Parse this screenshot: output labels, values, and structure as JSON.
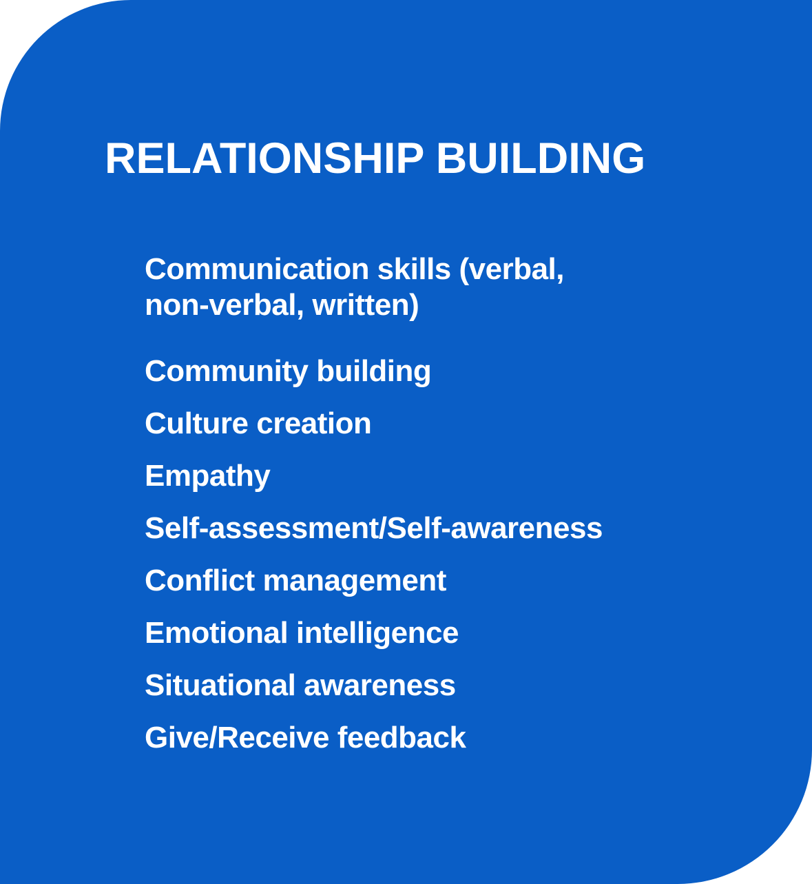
{
  "card": {
    "title": "RELATIONSHIP BUILDING",
    "skills": [
      "Communication skills (verbal, non-verbal, written)",
      "Community building",
      "Culture creation",
      "Empathy",
      "Self-assessment/Self-awareness",
      "Conflict management",
      "Emotional intelligence",
      "Situational awareness",
      "Give/Receive feedback"
    ],
    "colors": {
      "background": "#0A5EC6",
      "text": "#FFFFFF"
    }
  }
}
